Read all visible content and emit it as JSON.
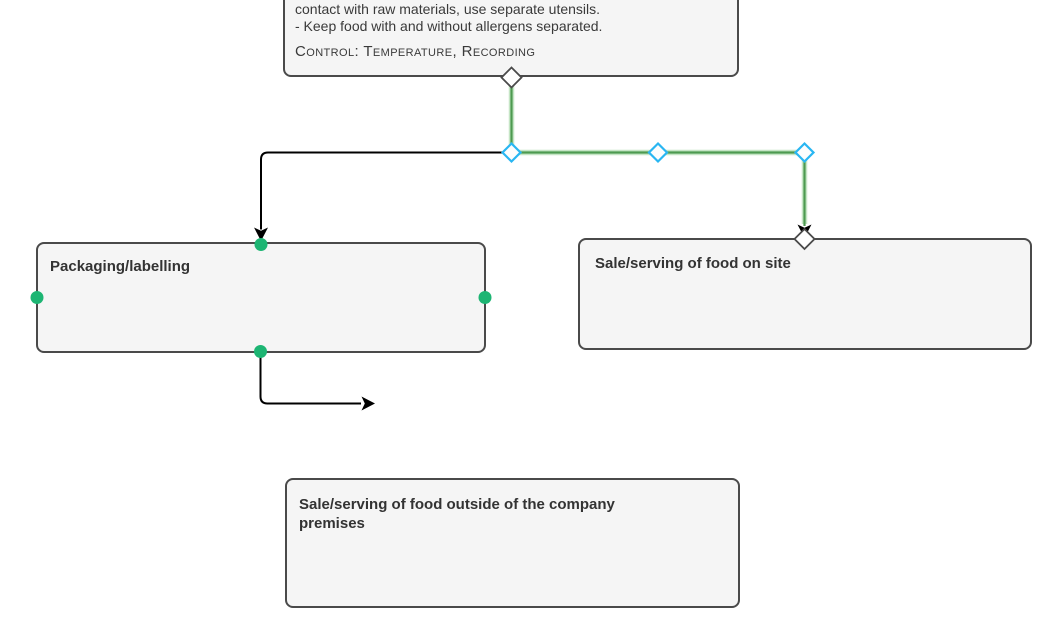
{
  "colors": {
    "node_fill": "#f5f5f5",
    "node_border": "#4a4a4a",
    "text": "#333333",
    "edge_black": "#000000",
    "edge_green": "#4d9a50",
    "edge_green_halo": "#9fd49f",
    "waypoint_handle": "#29b6f2",
    "endpoint_diamond_border": "#4a4a4a",
    "connection_point": "#1db573"
  },
  "diagram": {
    "nodes": {
      "prep_step": {
        "body_lines": [
          "contact with raw materials, use separate utensils.",
          "- Keep food with and without allergens separated."
        ],
        "control_line": "Control: Temperature, Recording"
      },
      "packaging": {
        "label": "Packaging/labelling"
      },
      "sale_on_site": {
        "label": "Sale/serving of food on site"
      },
      "sale_outside": {
        "label": "Sale/serving of food outside of the company premises"
      }
    },
    "markers": {
      "waypoint_shape": "diamond",
      "endpoint_shape": "diamond",
      "connection_point_shape": "circle",
      "arrowhead_shape": "triangle"
    }
  }
}
